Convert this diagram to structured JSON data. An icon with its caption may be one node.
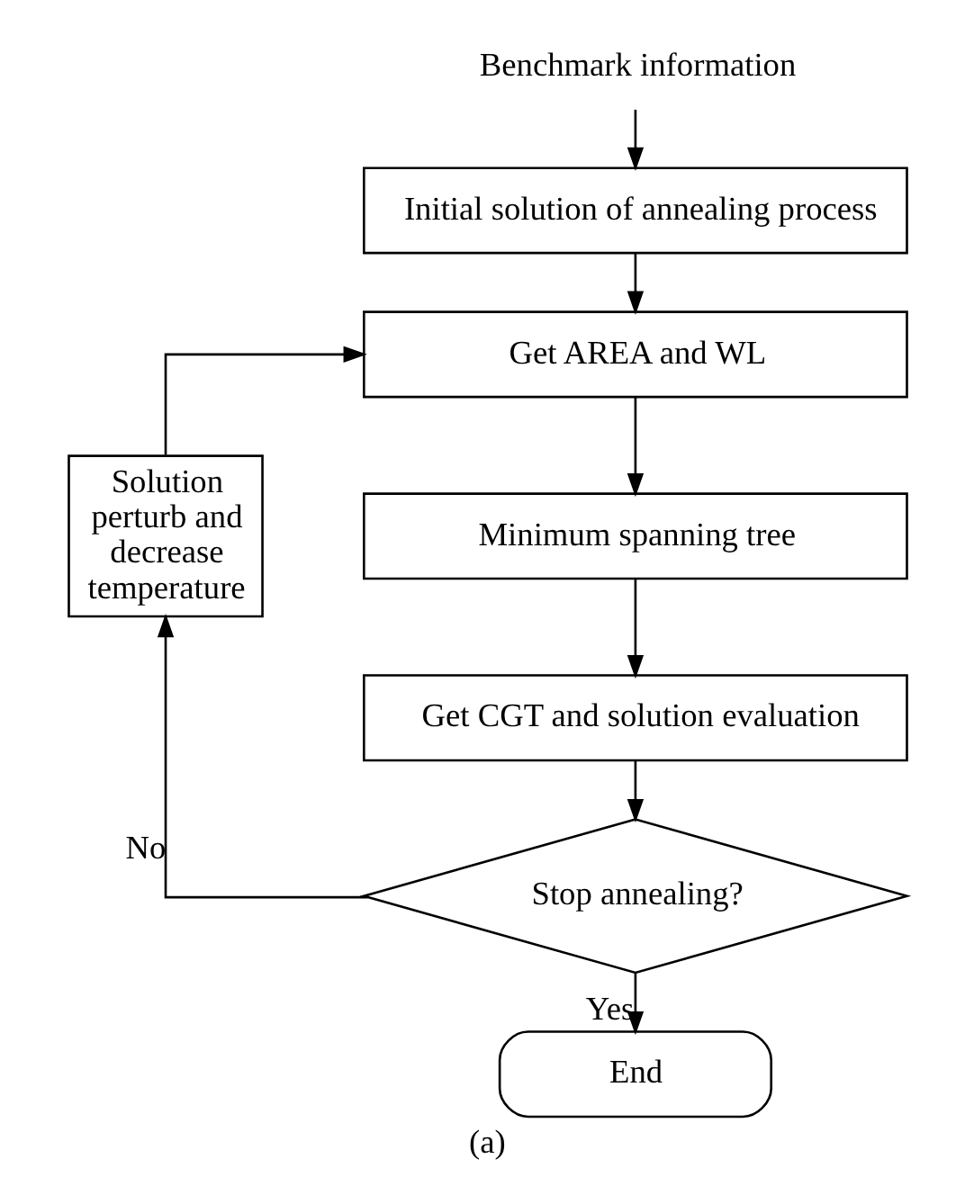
{
  "diagram": {
    "caption": "(a)",
    "nodes": [
      {
        "text": [
          "Benchmark information"
        ]
      },
      {
        "text": [
          "Initial solution of annealing process"
        ]
      },
      {
        "text": [
          "Get AREA and WL"
        ]
      },
      {
        "text": [
          "Minimum spanning tree"
        ]
      },
      {
        "text": [
          "Get CGT and solution evaluation"
        ]
      },
      {
        "text": [
          "Stop annealing?"
        ]
      },
      {
        "text": [
          "End"
        ]
      },
      {
        "text": [
          "Solution perturb and decrease temperature"
        ]
      }
    ],
    "edges": [
      {
        "from": 0,
        "to": 1,
        "arrow": "to"
      },
      {
        "from": 1,
        "to": 2,
        "arrow": "to"
      },
      {
        "from": 2,
        "to": 3,
        "arrow": "to"
      },
      {
        "from": 3,
        "to": 4,
        "arrow": "to"
      },
      {
        "from": 4,
        "to": 5,
        "arrow": "to"
      },
      {
        "from": 5,
        "to": 6,
        "label": "Yes",
        "arrow": "to"
      },
      {
        "from": 5,
        "to": 7,
        "label": "No",
        "arrow": "to"
      },
      {
        "from": 7,
        "to": 2,
        "arrow": "to"
      }
    ]
  }
}
